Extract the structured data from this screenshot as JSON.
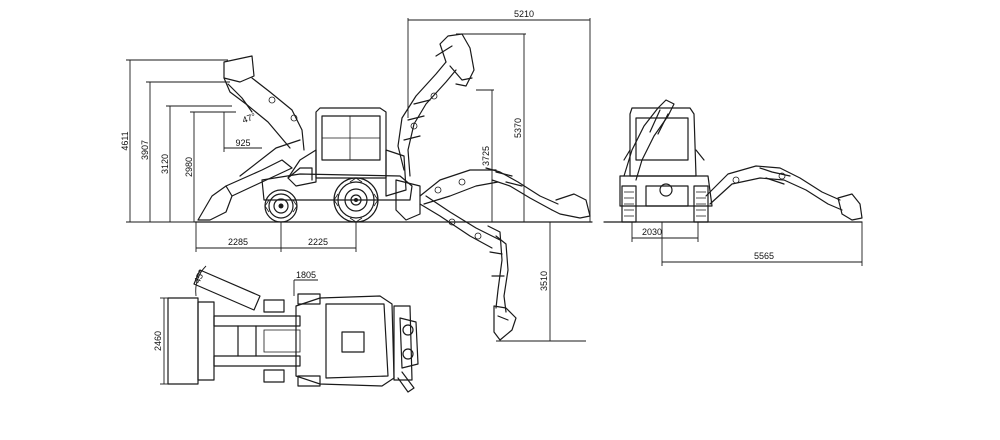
{
  "dimensions": {
    "overall_length": "5210",
    "front_bucket_max_height": "4611",
    "front_pivot_height": "3907",
    "dump_height": "3120",
    "dump_clearance": "2980",
    "dump_reach": "925",
    "dump_angle": "47°",
    "front_overhang": "2285",
    "wheelbase": "2225",
    "backhoe_dump_height": "3725",
    "backhoe_max_height": "5370",
    "digging_depth": "3510",
    "track_width": "2030",
    "digging_reach": "5565",
    "bucket_width": "2460",
    "swing_offset": "1805",
    "bucket_tilt_angle": "45°"
  }
}
